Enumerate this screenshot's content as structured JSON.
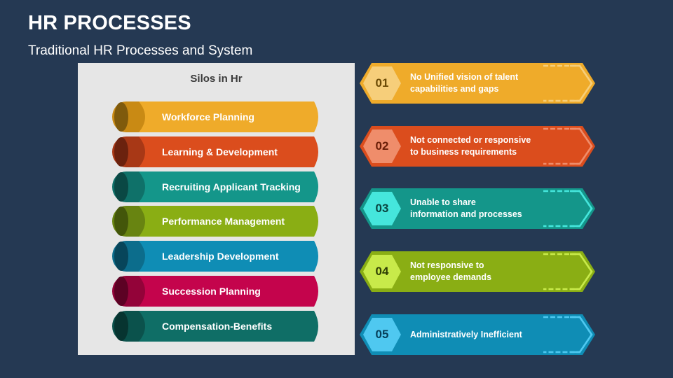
{
  "header": {
    "title": "HR PROCESSES",
    "subtitle": "Traditional HR Processes and System"
  },
  "panel": {
    "title": "Silos in Hr",
    "silos": [
      {
        "label": "Workforce Planning",
        "color": "#efab2a",
        "mid": "#c98a14",
        "dark": "#7f5a0c"
      },
      {
        "label": "Learning & Development",
        "color": "#db4d1d",
        "mid": "#a83816",
        "dark": "#6b220e"
      },
      {
        "label": "Recruiting Applicant Tracking",
        "color": "#14968a",
        "mid": "#0f7169",
        "dark": "#0a4844"
      },
      {
        "label": "Performance Management",
        "color": "#8aae14",
        "mid": "#688411",
        "dark": "#43560a"
      },
      {
        "label": "Leadership Development",
        "color": "#0f8db5",
        "mid": "#0c6d8c",
        "dark": "#07455a"
      },
      {
        "label": "Succession Planning",
        "color": "#c4044c",
        "mid": "#930339",
        "dark": "#5c0224"
      },
      {
        "label": "Compensation-Benefits",
        "color": "#0f6e66",
        "mid": "#0b524c",
        "dark": "#073430"
      }
    ]
  },
  "issues": [
    {
      "number": "01",
      "line1": "No Unified vision of talent",
      "line2": "capabilities and gaps",
      "color": "#efab2a",
      "accent": "#f6ce7a",
      "num_color": "#6b4a05"
    },
    {
      "number": "02",
      "line1": "Not connected or responsive",
      "line2": "to business requirements",
      "color": "#db4d1d",
      "accent": "#ef8d6b",
      "num_color": "#6b1f08"
    },
    {
      "number": "03",
      "line1": "Unable to share",
      "line2": "information and processes",
      "color": "#14968a",
      "accent": "#45e6dc",
      "num_color": "#0a4440"
    },
    {
      "number": "04",
      "line1": "Not responsive to",
      "line2": "employee demands",
      "color": "#8aae14",
      "accent": "#c8ea4a",
      "num_color": "#2f3e05"
    },
    {
      "number": "05",
      "line1": "Administratively Inefficient",
      "line2": "",
      "color": "#0f8db5",
      "accent": "#4fc8f0",
      "num_color": "#07405a"
    }
  ]
}
